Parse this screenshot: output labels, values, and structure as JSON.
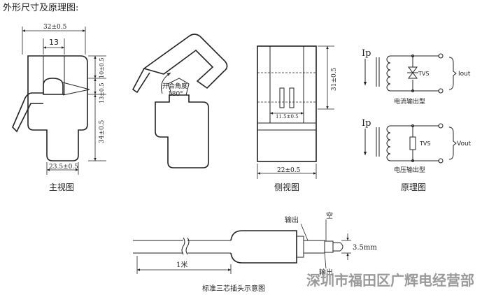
{
  "heading": "外形尺寸及原理图:",
  "front_view": {
    "dim_width": "32±0.5",
    "dim_window": "13",
    "dim_10": "10±0.5",
    "dim_13": "13±0.5",
    "dim_34": "34±0.5",
    "dim_bottom": "23.5±0.5",
    "caption": "主视图"
  },
  "open_view": {
    "note_line1": "开合角度",
    "note_line2": "180°"
  },
  "side_view": {
    "dim_height": "31±0.5",
    "dim_pins": "11.5±0.5",
    "dim_width": "22±0.5",
    "caption": "侧视图"
  },
  "schematic": {
    "ip_top": "Ip",
    "ip_bottom": "Ip",
    "tvs_top": "TVS",
    "tvs_bottom": "TVS",
    "out_current": "Iout",
    "out_voltage": "Vout",
    "label_current": "电流输出型",
    "label_voltage": "电压输出型",
    "caption": "原理图"
  },
  "plug": {
    "label_out_top": "输出",
    "label_empty": "空",
    "label_out_bottom": "输出",
    "dim_diameter": "3.5mm",
    "dim_length": "1米",
    "caption": "标准三芯插头示意图"
  },
  "watermark": "深圳市福田区广辉电经营部"
}
